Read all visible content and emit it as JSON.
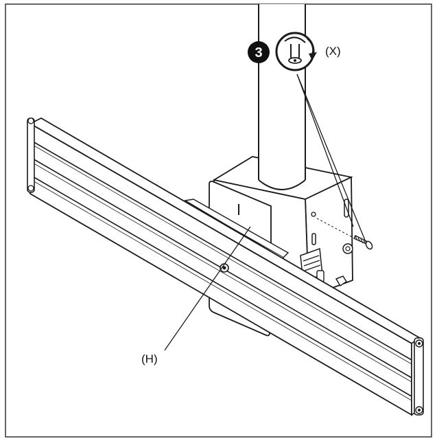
{
  "figure": {
    "step_number": "3",
    "rotation_label": "(X)",
    "part_label": "(H)",
    "colors": {
      "line": "#1a1a1a",
      "frame": "#333333",
      "fill": "#ffffff",
      "step_badge": "#111111"
    }
  }
}
